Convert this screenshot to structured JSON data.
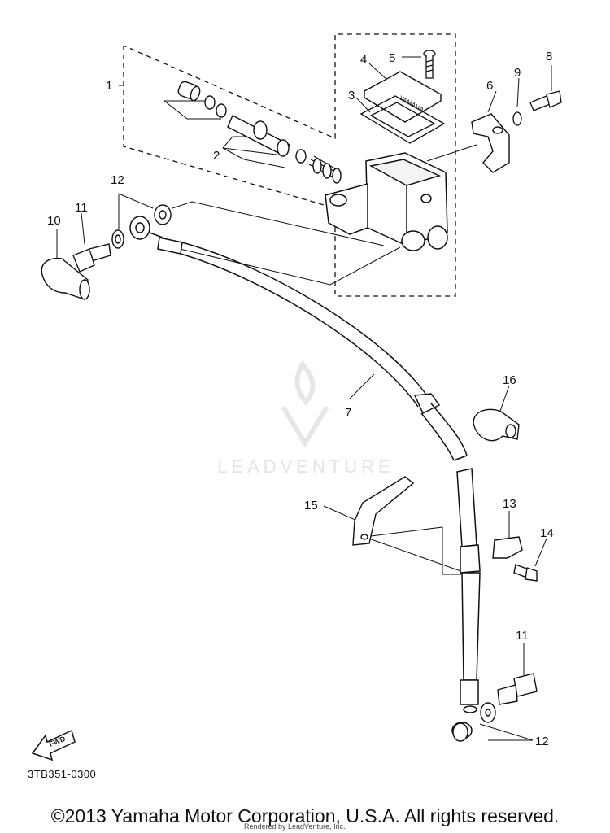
{
  "callouts": [
    "1",
    "2",
    "3",
    "4",
    "5",
    "6",
    "7",
    "8",
    "9",
    "10",
    "11",
    "12",
    "13",
    "14",
    "15",
    "16"
  ],
  "callout_labels": {
    "c1": "1",
    "c2": "2",
    "c3": "3",
    "c4": "4",
    "c5": "5",
    "c6": "6",
    "c7": "7",
    "c8": "8",
    "c9": "9",
    "c10": "10",
    "c11a": "11",
    "c11b": "11",
    "c12a": "12",
    "c12b": "12",
    "c13": "13",
    "c14": "14",
    "c15": "15",
    "c16": "16"
  },
  "cap_text": "YAMAHA",
  "fwd_text": "FWD",
  "diagram_code": "3TB351-0300",
  "watermark": "LEADVENTURE",
  "copyright": "©2013 Yamaha Motor Corporation, U.S.A. All rights reserved.",
  "rendered_by": "Rendered by LeadVenture, Inc."
}
